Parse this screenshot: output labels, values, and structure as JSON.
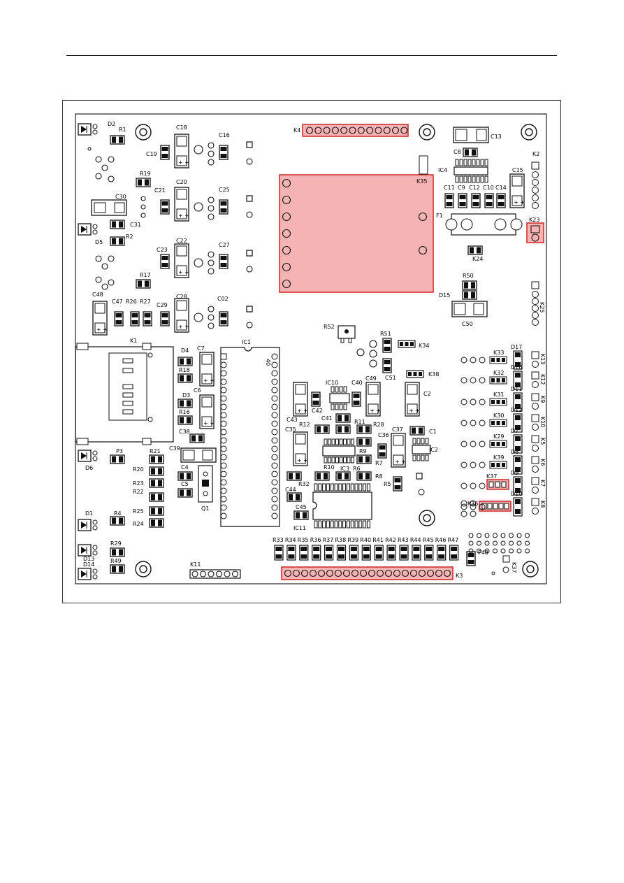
{
  "page": {
    "title": ""
  },
  "components": {
    "K4": "K4",
    "K35": "K35",
    "K3": "K3",
    "K23": "K23",
    "K36": "K36",
    "K37": "K37",
    "K1": "K1",
    "K2": "K2",
    "K11": "K11",
    "K25": "K25",
    "K24": "K24",
    "K34": "K34",
    "K38": "K38",
    "K29": "K29",
    "K30": "K30",
    "K31": "K31",
    "K32": "K32",
    "K33": "K33",
    "K39": "K39",
    "K13": "K13",
    "K12": "K12",
    "K9": "K9",
    "K10": "K10",
    "K5": "K5",
    "K6": "K6",
    "K7": "K7",
    "K8": "K8",
    "IC1": "IC1",
    "IC3": "IC3",
    "IC4": "IC4",
    "IC10": "IC10",
    "IC11": "IC11",
    "IC2": "IC2",
    "C13": "C13",
    "C8": "C8",
    "C15": "C15",
    "C11": "C11",
    "C9": "C9",
    "C12": "C12",
    "C10": "C10",
    "C14": "C14",
    "F1": "F1",
    "C18": "C18",
    "C16": "C16",
    "C19": "C19",
    "C20": "C20",
    "C21": "C21",
    "C25": "C25",
    "C30": "C30",
    "C31": "C31",
    "C22": "C22",
    "C23": "C23",
    "C27": "C27",
    "C28": "C28",
    "C29": "C29",
    "C02": "C02",
    "C48": "C48",
    "C47": "C47",
    "R1": "R1",
    "R19": "R19",
    "R2": "R2",
    "R17": "R17",
    "R26": "R26",
    "R27": "R27",
    "D2": "D2",
    "D5": "D5",
    "D15": "D15",
    "R50": "R50",
    "C50": "C50",
    "R52": "R52",
    "R51": "R51",
    "C51": "C51",
    "D4": "D4",
    "C7": "C7",
    "R18": "R18",
    "C6": "C6",
    "D3": "D3",
    "R16": "R16",
    "C38": "C38",
    "C39": "C39",
    "C4": "C4",
    "C5": "C5",
    "Q1": "Q1",
    "P3": "P3",
    "D6": "D6",
    "R21": "R21",
    "R20": "R20",
    "R23": "R23",
    "R22": "R22",
    "R25": "R25",
    "R24": "R24",
    "D1": "D1",
    "R4": "R4",
    "D13": "D13",
    "D14": "D14",
    "R29": "R29",
    "R49": "R49",
    "C43": "C43",
    "C42": "C42",
    "C40": "C40",
    "C49": "C49",
    "C41": "C41",
    "R11": "R11",
    "R12": "R12",
    "R28": "R28",
    "C35": "C35",
    "C37": "C37",
    "C36": "C36",
    "C1": "C1",
    "C2": "C2",
    "R9": "R9",
    "R7": "R7",
    "R5": "R5",
    "C44": "C44",
    "R32": "R32",
    "R10": "R10",
    "R6": "R6",
    "R8": "R8",
    "C45": "C45",
    "D17": "D17",
    "D16": "D16",
    "D11": "D11",
    "D12": "D12",
    "D7": "D7",
    "D8": "D8",
    "D9": "D9",
    "D10": "D10",
    "P48": "P48",
    "K37b": "K37",
    "R33": "R33",
    "R34": "R34",
    "R35": "R35",
    "R36": "R36",
    "R37": "R37",
    "R38": "R38",
    "R39": "R39",
    "R40": "R40",
    "R41": "R41",
    "R42": "R42",
    "R43": "R43",
    "R44": "R44",
    "R45": "R45",
    "R46": "R46",
    "R47": "R47",
    "pin40": "40"
  },
  "colors": {
    "highlight_fill": "#f6b3b3",
    "highlight_stroke": "#d02525",
    "silkscreen": "#111111"
  }
}
